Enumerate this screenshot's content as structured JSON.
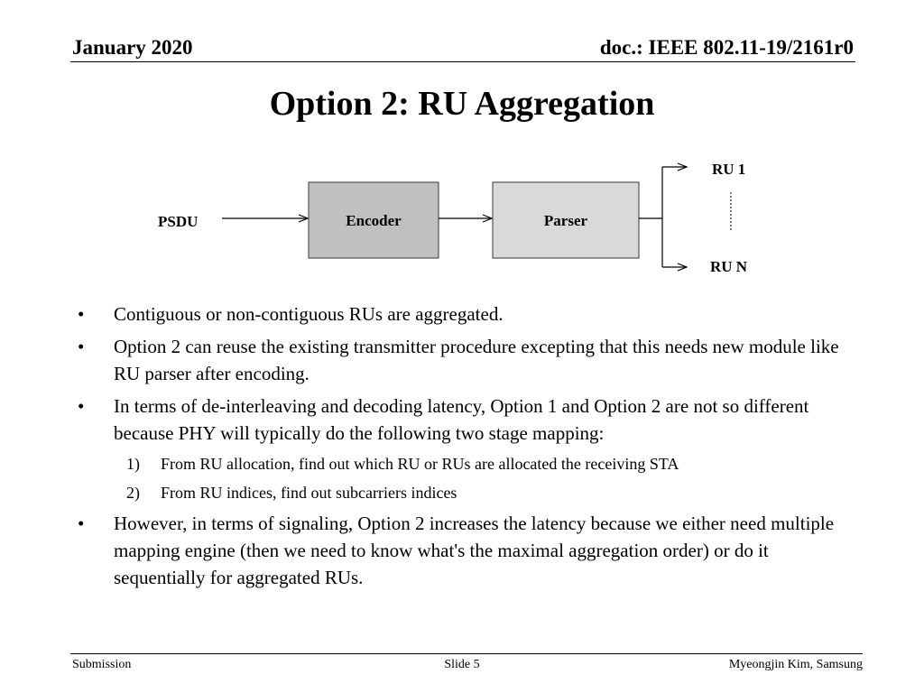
{
  "header": {
    "date": "January 2020",
    "doc": "doc.: IEEE 802.11-19/2161r0"
  },
  "title": "Option 2: RU Aggregation",
  "diagram": {
    "input": "PSDU",
    "encoder": "Encoder",
    "parser": "Parser",
    "output_top": "RU 1",
    "output_bottom": "RU N",
    "colors": {
      "encoder_fill": "#c0c0c0",
      "parser_fill": "#d9d9d9"
    }
  },
  "bullets": [
    "Contiguous or non-contiguous RUs are aggregated.",
    "Option 2 can reuse the existing transmitter procedure excepting that this needs new module like RU parser after encoding.",
    "In terms of de-interleaving and decoding latency, Option 1 and Option 2 are not so different because PHY will typically do the following two stage mapping:",
    "However, in terms of signaling, Option 2 increases the latency because we either need multiple mapping engine (then we need to know what's the maximal aggregation order) or do it sequentially for aggregated RUs."
  ],
  "bullet_symbol": "•",
  "sub_items": [
    {
      "num": "1)",
      "text": "From RU allocation, find out which RU or RUs are allocated the receiving STA"
    },
    {
      "num": "2)",
      "text": "From RU indices, find out subcarriers indices"
    }
  ],
  "footer": {
    "left": "Submission",
    "center": "Slide 5",
    "right": "Myeongjin Kim, Samsung"
  }
}
